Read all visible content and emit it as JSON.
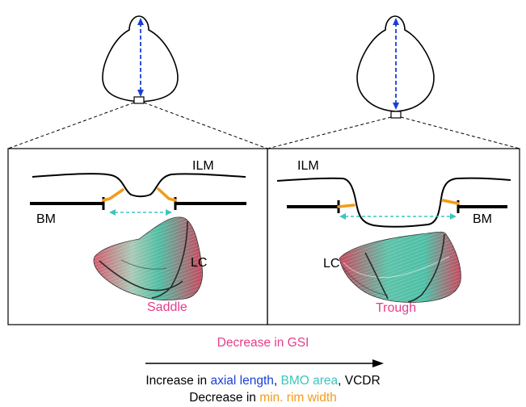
{
  "panels": [
    {
      "shape_label": "Saddle",
      "surface_label": "ILM",
      "membrane_label": "BM",
      "lamina_label": "LC"
    },
    {
      "shape_label": "Trough",
      "surface_label": "ILM",
      "membrane_label": "BM",
      "lamina_label": "LC"
    }
  ],
  "captions": {
    "gsi": "Decrease in GSI",
    "line1_prefix": "Increase in ",
    "line1_axial": "axial length",
    "line1_sep1": ", ",
    "line1_bmo": "BMO area",
    "line1_sep2": ", VCDR",
    "line2_prefix": "Decrease in ",
    "line2_rim": "min. rim width"
  },
  "colors": {
    "axial_length": "#1a3fd6",
    "bmo_area": "#3cc6bd",
    "min_rim_width": "#f29b1a",
    "gsi": "#e63c8c",
    "surface_red": "#c8485e",
    "surface_teal": "#4dbfa6"
  }
}
